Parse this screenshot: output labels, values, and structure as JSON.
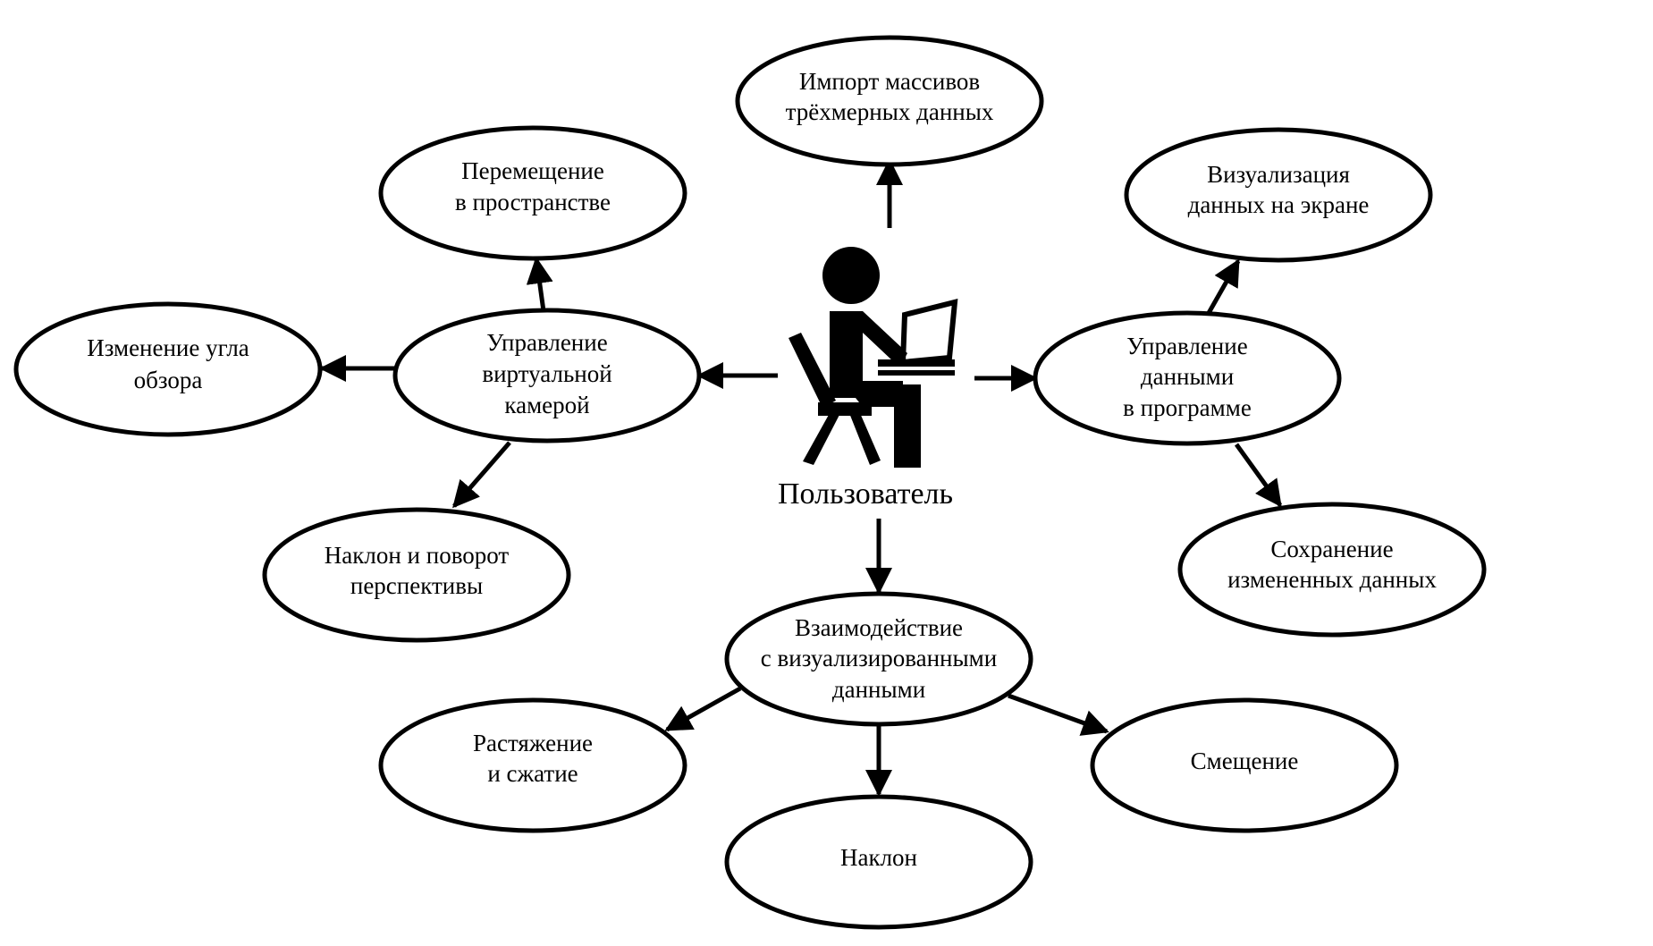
{
  "user": {
    "label": "Пользователь",
    "icon": "user-at-computer-icon"
  },
  "nodes": {
    "import_3d": [
      "Импорт массивов",
      "трёхмерных данных"
    ],
    "move_in_space": [
      "Перемещение",
      "в пространстве"
    ],
    "visualization": [
      "Визуализация",
      "данных на экране"
    ],
    "change_view_angle": [
      "Изменение угла",
      "обзора"
    ],
    "camera_control": [
      "Управление",
      "виртуальной",
      "камерой"
    ],
    "data_control": [
      "Управление",
      "данными",
      "в программе"
    ],
    "tilt_rotate_perspective": [
      "Наклон и поворот",
      "перспективы"
    ],
    "save_data": [
      "Сохранение",
      "измененных данных"
    ],
    "interaction": [
      "Взаимодействие",
      "с визуализированными",
      "данными"
    ],
    "stretch_compress": [
      "Растяжение",
      "и сжатие"
    ],
    "shift": [
      "Смещение"
    ],
    "tilt": [
      "Наклон"
    ]
  },
  "colors": {
    "stroke": "#000000",
    "fill": "#ffffff",
    "text": "#000000"
  }
}
